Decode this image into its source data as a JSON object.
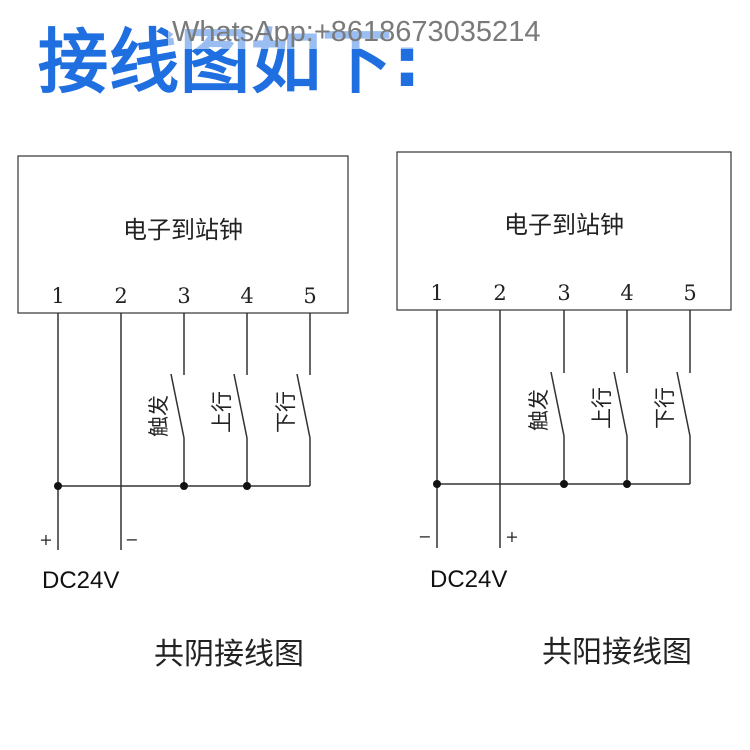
{
  "title": "接线图如下:",
  "watermark": "WhatsApp:+8618673035214",
  "diagrams": [
    {
      "device_label": "电子到站钟",
      "terminals": [
        "1",
        "2",
        "3",
        "4",
        "5"
      ],
      "switches": [
        "触发",
        "上行",
        "下行"
      ],
      "polarity": [
        "+",
        "−"
      ],
      "power_label": "DC24V",
      "caption": "共阴接线图"
    },
    {
      "device_label": "电子到站钟",
      "terminals": [
        "1",
        "2",
        "3",
        "4",
        "5"
      ],
      "switches": [
        "触发",
        "上行",
        "下行"
      ],
      "polarity": [
        "−",
        "+"
      ],
      "power_label": "DC24V",
      "caption": "共阳接线图"
    }
  ]
}
